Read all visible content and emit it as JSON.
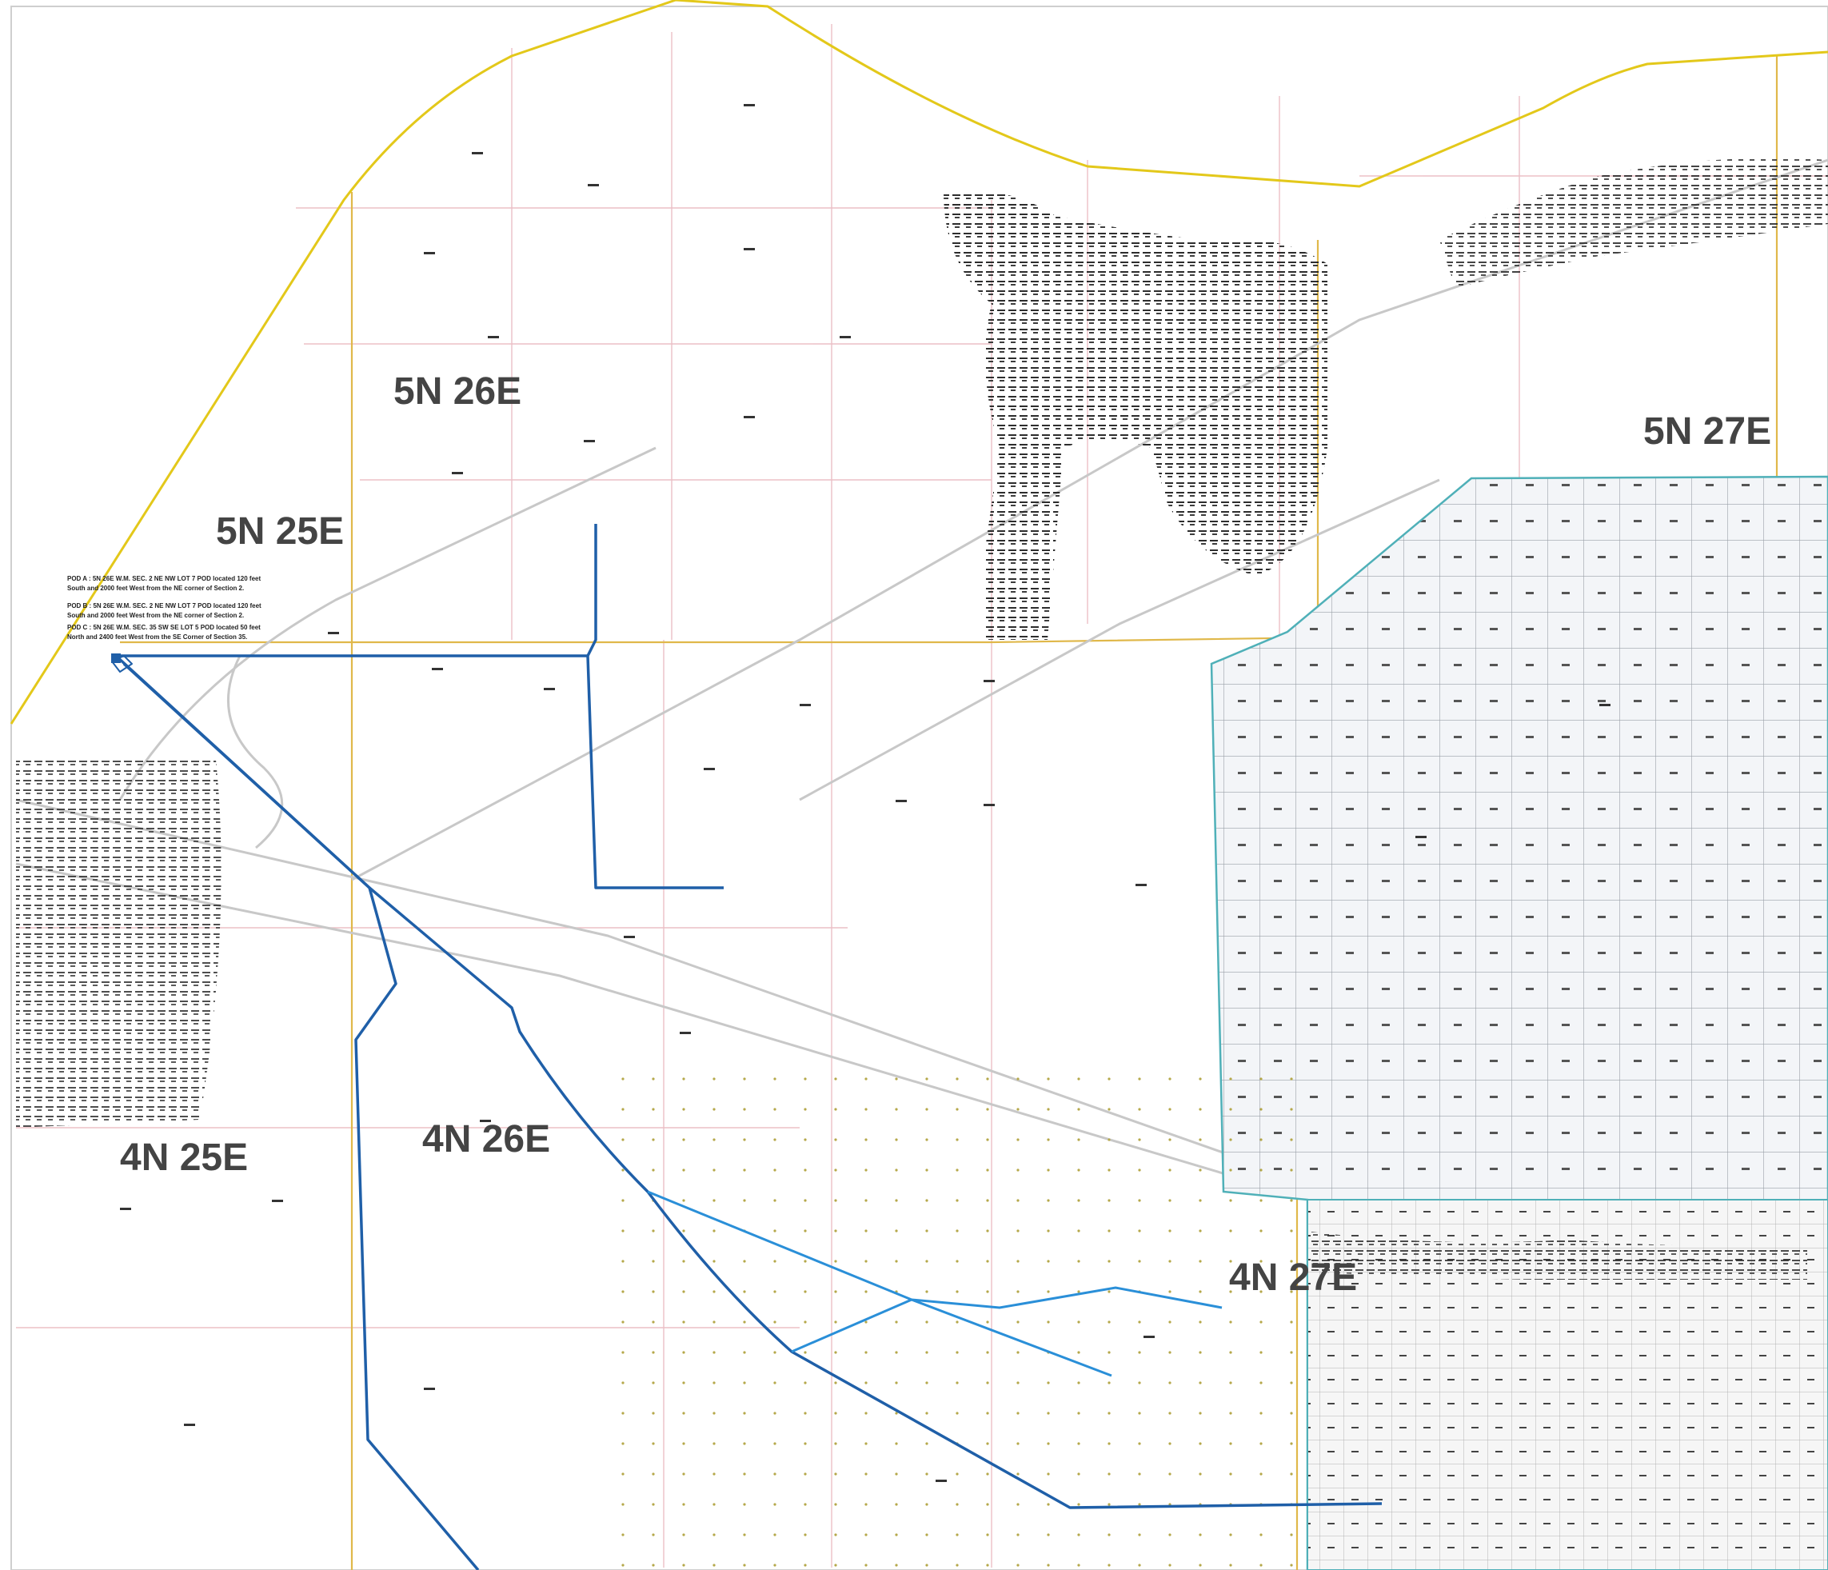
{
  "map": {
    "township_labels": [
      {
        "id": "5n-26e",
        "text": "5N 26E"
      },
      {
        "id": "5n-25e",
        "text": "5N 25E"
      },
      {
        "id": "5n-27e",
        "text": "5N 27E"
      },
      {
        "id": "4n-25e",
        "text": "4N 25E"
      },
      {
        "id": "4n-26e",
        "text": "4N 26E"
      },
      {
        "id": "4n-27e",
        "text": "4N 27E"
      }
    ],
    "pod_notes": [
      {
        "id": "pod-a",
        "line1": "POD A : 5N 26E W.M. SEC. 2 NE NW LOT 7 POD located 120 feet",
        "line2": "South and 2000 feet West from the NE corner of Section 2."
      },
      {
        "id": "pod-b",
        "line1": "POD B : 5N 26E W.M. SEC. 2 NE NW LOT 7 POD located 120 feet",
        "line2": "South and 2000 feet West from the NE corner of Section 2."
      },
      {
        "id": "pod-c",
        "line1": "POD C : 5N 26E W.M. SEC. 35 SW SE LOT 5 POD located 50 feet",
        "line2": "North and 2400 feet West from the SE Corner of Section 35."
      }
    ],
    "colors": {
      "river_boundary": "#e3c81a",
      "pipeline_dark": "#1f5fa8",
      "pipeline_light": "#2a8fd8",
      "irrigation_district": "#4fb0b8",
      "section_lines": "#e7b0b8",
      "township_lines": "#e0b84a",
      "roads": "#c8c8c8",
      "parcel_grid": "#9aa0a8",
      "wells": "#333333"
    }
  }
}
